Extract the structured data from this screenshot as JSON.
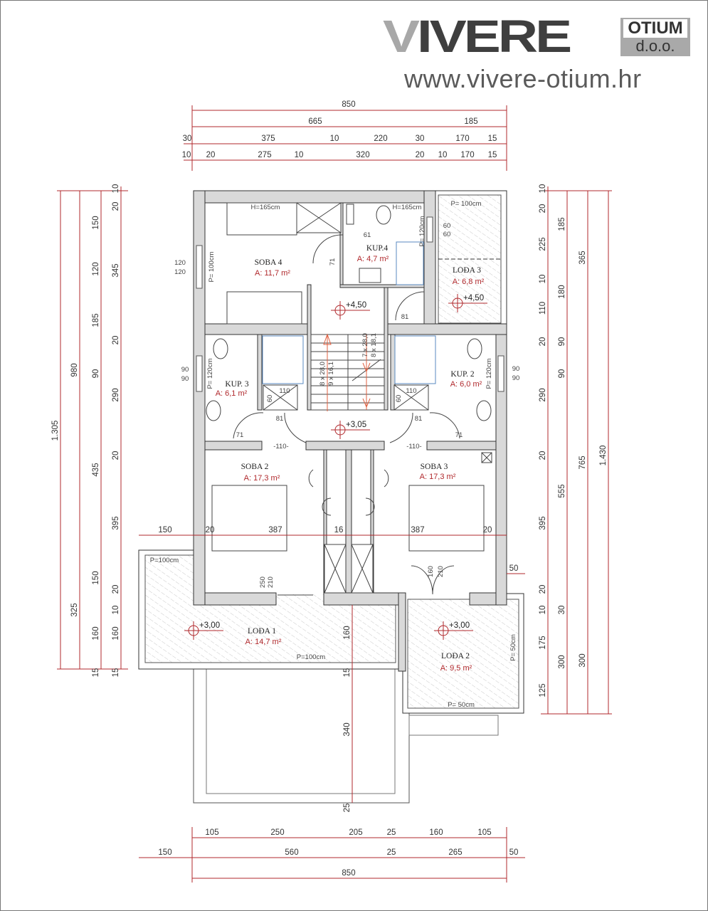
{
  "logo": {
    "letter_v": "V",
    "word_rest": "IVERE",
    "box_top": "OTIUM",
    "box_bottom": "d.o.o."
  },
  "website": "www.vivere-otium.hr",
  "colors": {
    "dimension_line": "#b0282c",
    "wall_fill": "#d9d9d9",
    "area_text": "#b0282c"
  },
  "rooms": [
    {
      "name": "SOBA 4",
      "area": "A: 11,7 m²"
    },
    {
      "name": "KUP.4",
      "area": "A: 4,7 m²"
    },
    {
      "name": "LOĐA 3",
      "area": "A: 6,8 m²"
    },
    {
      "name": "KUP. 3",
      "area": "A: 6,1 m²"
    },
    {
      "name": "KUP. 2",
      "area": "A: 6,0 m²"
    },
    {
      "name": "SOBA 2",
      "area": "A: 17,3 m²"
    },
    {
      "name": "SOBA 3",
      "area": "A: 17,3 m²"
    },
    {
      "name": "LOĐA 1",
      "area": "A: 14,7 m²"
    },
    {
      "name": "LOĐA 2",
      "area": "A: 9,5 m²"
    }
  ],
  "levels": [
    "+4,50",
    "+4,50",
    "+3,05",
    "+3,00",
    "+3,00"
  ],
  "dimensions": {
    "top_row1": [
      "850"
    ],
    "top_row2": [
      "665",
      "185"
    ],
    "top_row3": [
      "30",
      "375",
      "10",
      "220",
      "30",
      "170",
      "15"
    ],
    "top_row4": [
      "10",
      "20",
      "275",
      "10",
      "320",
      "20",
      "10",
      "170",
      "15"
    ],
    "bottom_row1": [
      "105",
      "250",
      "205",
      "25",
      "160",
      "105"
    ],
    "bottom_row2": [
      "150",
      "560",
      "25",
      "265",
      "50"
    ],
    "bottom_row3": [
      "850"
    ],
    "left_col1": [
      "1.305"
    ],
    "left_col2": [
      "980",
      "325"
    ],
    "left_col3": [
      "150",
      "120",
      "185",
      "90",
      "435",
      "150",
      "160",
      "15"
    ],
    "left_col4": [
      "10",
      "20",
      "345",
      "20",
      "290",
      "20",
      "395",
      "20",
      "10",
      "160",
      "15"
    ],
    "right_col1": [
      "10",
      "20",
      "225",
      "10",
      "110",
      "20",
      "290",
      "20",
      "395",
      "20",
      "10",
      "175",
      "125"
    ],
    "right_col2": [
      "185",
      "180",
      "90",
      "90",
      "555",
      "30",
      "300"
    ],
    "right_col3": [
      "365",
      "765",
      "300"
    ],
    "right_col4": [
      "1.430"
    ],
    "inner_row": [
      "150",
      "20",
      "387",
      "16",
      "387",
      "20"
    ],
    "inner_vertical": [
      "160",
      "15",
      "340",
      "25"
    ],
    "balcony_offset": "50"
  },
  "annotations": [
    "H=165cm",
    "H=165cm",
    "P= 100cm",
    "60",
    "60",
    "61",
    "71",
    "P= 100cm",
    "120",
    "120",
    "P= 120cm",
    "81",
    "8 x 28,0",
    "9 x 16,1",
    "7 x 28,0",
    "8 x 18,1",
    "90",
    "90",
    "P= 120cm",
    "110",
    "60",
    "81",
    "71",
    "-110-",
    "110",
    "60",
    "81",
    "71",
    "-110-",
    "90",
    "90",
    "P= 120cm",
    "250",
    "210",
    "160",
    "210",
    "P=100cm",
    "P=100cm",
    "P= 50cm",
    "P= 50cm"
  ]
}
